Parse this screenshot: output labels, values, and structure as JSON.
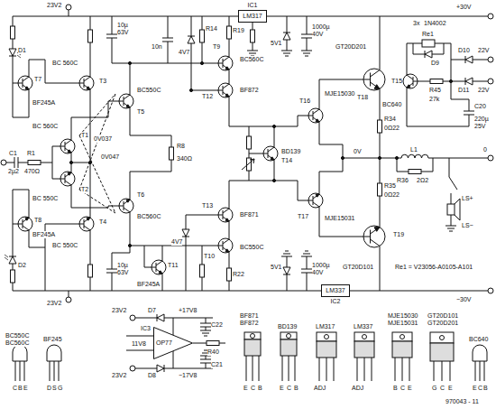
{
  "diagram": {
    "nodes": [
      {
        "text": [
          "IC1",
          "LM317"
        ]
      },
      {
        "text": [
          "LM337",
          "IC2"
        ]
      },
      {
        "text": [
          "IC3",
          "OP77"
        ]
      }
    ],
    "labels": [
      "23V2",
      "BF245A",
      "T7",
      "BC 560C",
      "T3",
      "D1",
      "BC 560C",
      "T1",
      "BC 550C",
      "T2",
      "C1",
      "2µ2",
      "R1",
      "470Ω",
      "0V037",
      "0V047",
      "BF245A",
      "T8",
      "BC 550C",
      "T4",
      "D2",
      "23V2",
      "BC550C",
      "T5",
      "BC560C",
      "T6",
      "R8",
      "340Ω",
      "BC560C",
      "T9",
      "BF872",
      "T12",
      "BF245A",
      "T11",
      "BF871",
      "T13",
      "BC550C",
      "T10",
      "BD139",
      "T14",
      "MJE15030",
      "T16",
      "MJE15031",
      "T17",
      "GT20D201",
      "T18",
      "GT20D101",
      "T19",
      "R34",
      "0Ω22",
      "R35",
      "0Ω22",
      "L1",
      "0V",
      "R36",
      "2Ω2",
      "0",
      "+30V",
      "−30V",
      "3x",
      "1N4002",
      "D9",
      "D10",
      "22V",
      "D11",
      "22V",
      "T15",
      "BC640",
      "Re1",
      "R45",
      "27k",
      "C20",
      "220µ 25V",
      "LS+",
      "LS−",
      "Re1 = V23056-A0105-A101",
      "+17V8",
      "−17V8",
      "23V2",
      "23V2",
      "D7",
      "D8",
      "11V8",
      "C22",
      "C21",
      "R40",
      "4V7",
      "5V1",
      "1000µ 40V",
      "4V7",
      "5V1",
      "1000µ 40V",
      "10µ 63V",
      "10µ 63V",
      "R19",
      "R22",
      "R14",
      "10n",
      "970043 - 11",
      "BC550C BC560C",
      "BF245",
      "BF871 BF872",
      "BD139",
      "LM317",
      "LM337",
      "MJE15030 MJE15031",
      "GT20D101 GT20D201",
      "BC640",
      "C",
      "B",
      "E",
      "D",
      "S",
      "G",
      "E",
      "C",
      "B",
      "E",
      "C",
      "B",
      "ADJ",
      "ADJ",
      "B",
      "C",
      "E",
      "G",
      "C",
      "E",
      "E",
      "C",
      "B"
    ]
  }
}
